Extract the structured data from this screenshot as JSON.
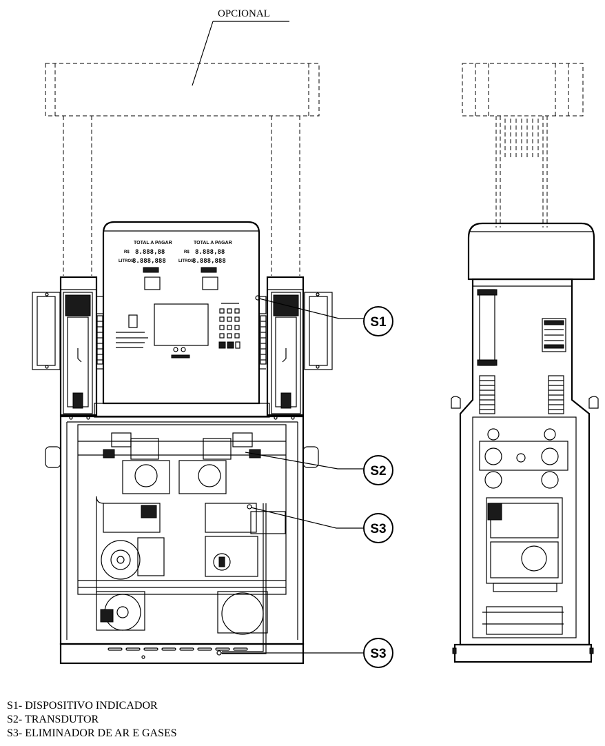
{
  "optional_label": "OPCIONAL",
  "display": {
    "left": {
      "title": "TOTAL A PAGAR",
      "row1_unit": "R$",
      "row1_value": "8.888,88",
      "row2_unit": "LITROS",
      "row2_value": "8.888,888"
    },
    "right": {
      "title": "TOTAL A PAGAR",
      "row1_unit": "R$",
      "row1_value": "8.888,88",
      "row2_unit": "LITROS",
      "row2_value": "8.888,888"
    }
  },
  "callouts": [
    {
      "id": "S1",
      "label": "S1"
    },
    {
      "id": "S2",
      "label": "S2"
    },
    {
      "id": "S3a",
      "label": "S3"
    },
    {
      "id": "S3b",
      "label": "S3"
    }
  ],
  "legend": [
    "S1- DISPOSITIVO INDICADOR",
    "S2- TRANSDUTOR",
    "S3- ELIMINADOR DE AR E GASES"
  ]
}
